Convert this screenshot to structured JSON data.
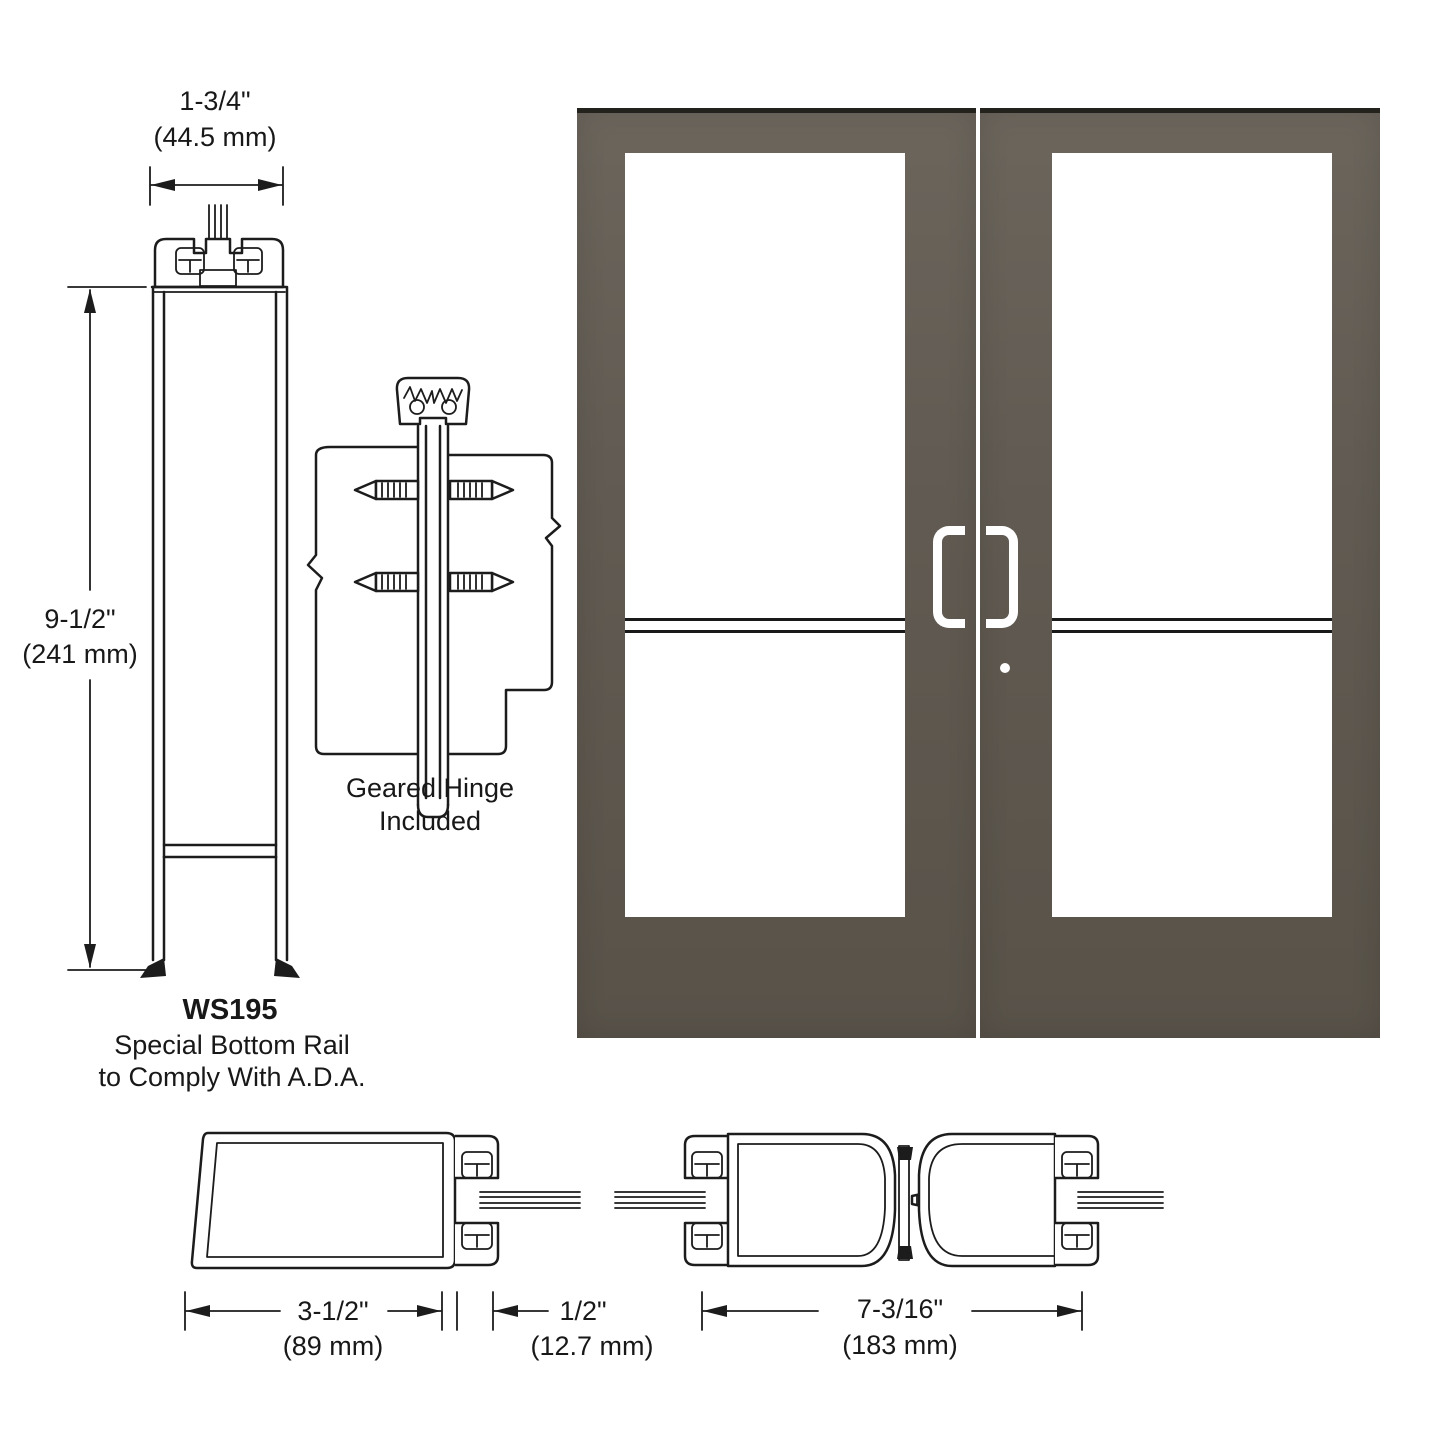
{
  "dimensions": {
    "rail_width": {
      "in": "1-3/4\"",
      "mm": "(44.5 mm)"
    },
    "rail_height": {
      "in": "9-1/2\"",
      "mm": "(241 mm)"
    },
    "stile_width": {
      "in": "3-1/2\"",
      "mm": "(89 mm)"
    },
    "glass_inset": {
      "in": "1/2\"",
      "mm": "(12.7 mm)"
    },
    "pair_width": {
      "in": "7-3/16\"",
      "mm": "(183 mm)"
    }
  },
  "labels": {
    "model": "WS195",
    "bottom_rail_caption_1": "Special Bottom Rail",
    "bottom_rail_caption_2": "to Comply With A.D.A.",
    "hinge_caption_1": "Geared Hinge",
    "hinge_caption_2": "Included"
  },
  "colors": {
    "door_frame": "#5f5951",
    "glass": "#ffffff",
    "handle": "#ffffff",
    "line": "#1c1c1c"
  }
}
